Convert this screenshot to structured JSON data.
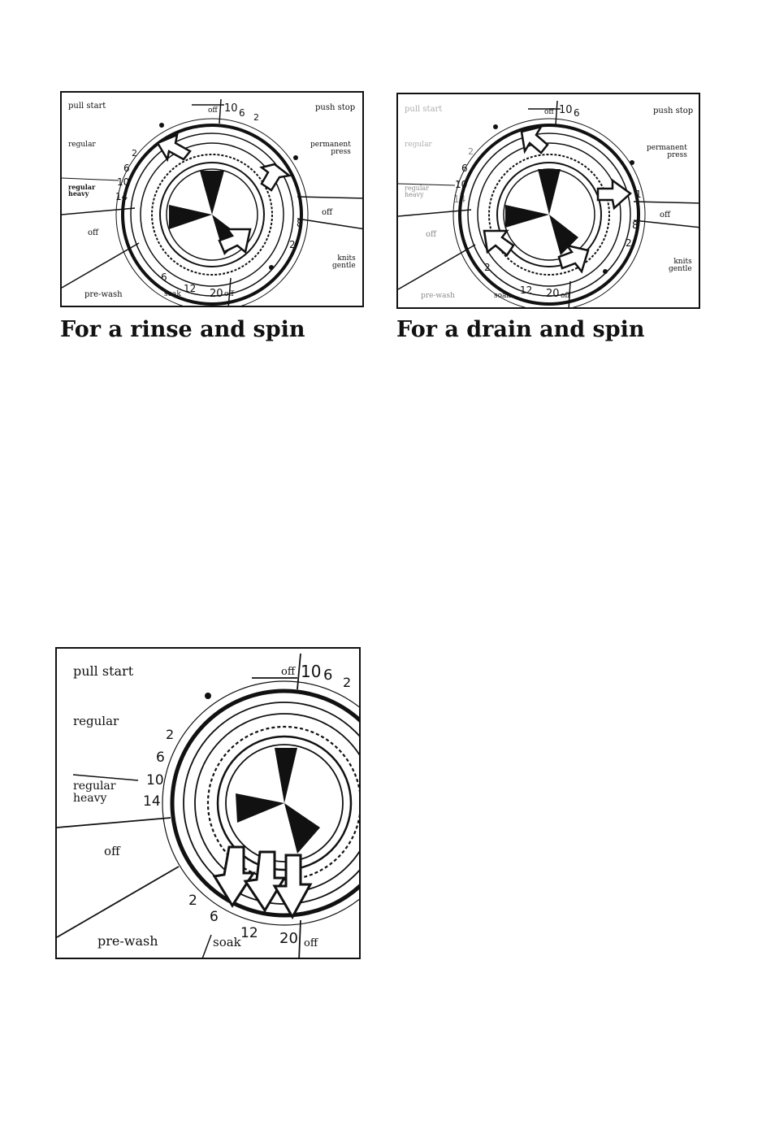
{
  "colors": {
    "ink": "#111111",
    "background": "#ffffff"
  },
  "panel_a": {
    "caption": "For a rinse and spin",
    "labels": {
      "pull_start": "pull start",
      "push_stop": "push stop",
      "regular": "regular",
      "permanent_press": "permanent\npress",
      "regular_heavy": "regular\nheavy",
      "off_left": "off",
      "off_right": "off",
      "knits_gentle": "knits\ngentle",
      "pre_wash": "pre-wash",
      "soak": "soak",
      "off_top": "off",
      "off_bottom": "off"
    },
    "ticks": {
      "t10": "10",
      "t6": "6",
      "t2": "2",
      "l2": "2",
      "l6": "6",
      "l10": "10",
      "l14": "14",
      "r8": "8",
      "r2": "2",
      "b6": "6",
      "b12": "12",
      "b20": "20"
    },
    "arrows": [
      "arrow-up-left",
      "arrow-down-right",
      "arrow-down-right"
    ]
  },
  "panel_b": {
    "caption": "For a drain and spin",
    "labels": {
      "pull_start": "pull start",
      "push_stop": "push stop",
      "regular": "regular",
      "permanent_press": "permanent\npress",
      "regular_heavy": "regular\nheavy",
      "off_left": "off",
      "off_right": "off",
      "knits_gentle": "knits\ngentle",
      "pre_wash": "pre-wash",
      "soak": "soak",
      "off_top": "off",
      "off_bottom": "off"
    },
    "ticks": {
      "t10": "10",
      "t6": "6",
      "l2": "2",
      "l6": "6",
      "l10": "10",
      "l14": "14",
      "r1": "1",
      "r8": "8",
      "r2": "2",
      "b2": "2",
      "b12": "12",
      "b20": "20"
    },
    "arrows": [
      "arrow-up-left",
      "arrow-right",
      "arrow-down-left",
      "arrow-down-right"
    ]
  },
  "panel_c": {
    "labels": {
      "pull_start": "pull start",
      "regular": "regular",
      "regular_heavy": "regular\nheavy",
      "off_left": "off",
      "pre_wash": "pre-wash",
      "soak": "soak",
      "off_top": "off",
      "off_bottom": "off"
    },
    "ticks": {
      "t10": "10",
      "t6": "6",
      "t2": "2",
      "l2": "2",
      "l6": "6",
      "l10": "10",
      "l14": "14",
      "b2": "2",
      "b6": "6",
      "b12": "12",
      "b20": "20"
    },
    "arrows": [
      "arrow-down",
      "arrow-down",
      "arrow-down"
    ]
  }
}
